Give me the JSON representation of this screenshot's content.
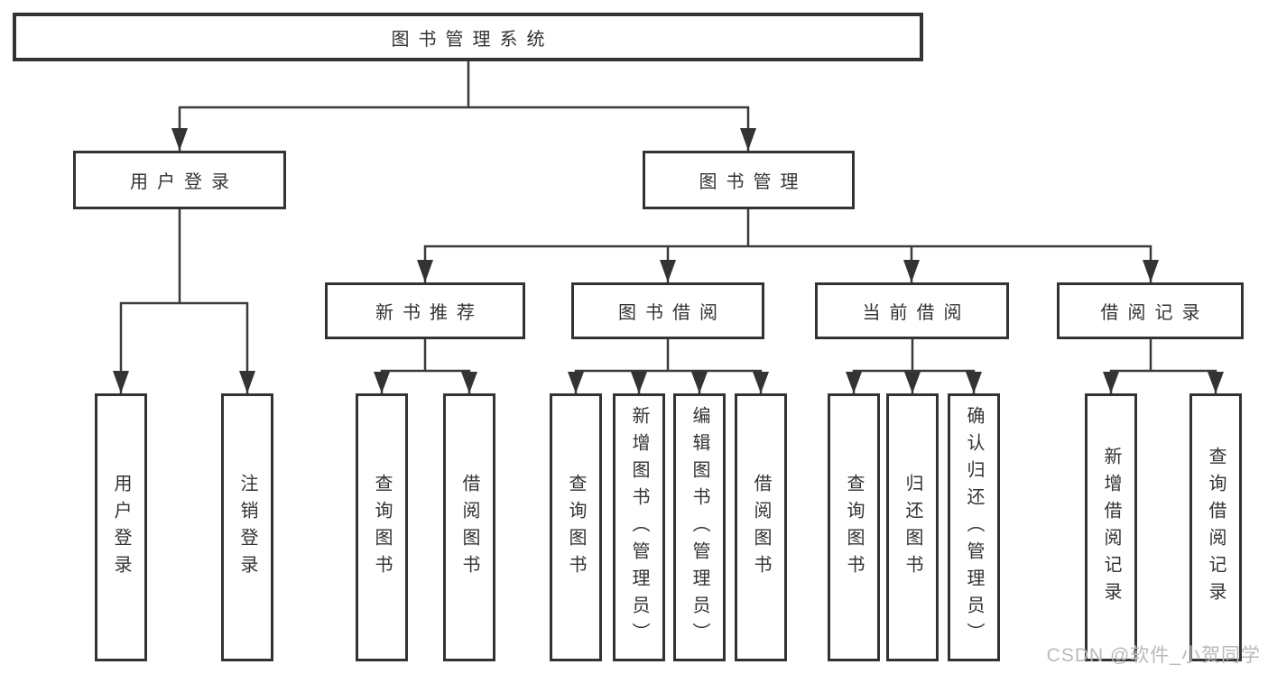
{
  "diagram": {
    "root": {
      "label": "图书管理系统"
    },
    "level2": [
      {
        "label": "用户登录"
      },
      {
        "label": "图书管理"
      }
    ],
    "level3": [
      {
        "label": "新书推荐"
      },
      {
        "label": "图书借阅"
      },
      {
        "label": "当前借阅"
      },
      {
        "label": "借阅记录"
      }
    ],
    "leaves": {
      "user_login": [
        "用户登录",
        "注销登录"
      ],
      "new_books": [
        "查询图书",
        "借阅图书"
      ],
      "book_borrow": [
        "查询图书",
        "新增图书（管理员）",
        "编辑图书（管理员）",
        "借阅图书"
      ],
      "current_borrow": [
        "查询图书",
        "归还图书",
        "确认归还（管理员）"
      ],
      "borrow_records": [
        "新增借阅记录",
        "查询借阅记录"
      ]
    },
    "colors": {
      "line": "#3a3a3a",
      "border": "#333333",
      "fill": "#ffffff",
      "text": "#333333"
    }
  },
  "watermark": {
    "text": "CSDN @软件_小贺同学",
    "color": "#b9b9b9"
  }
}
